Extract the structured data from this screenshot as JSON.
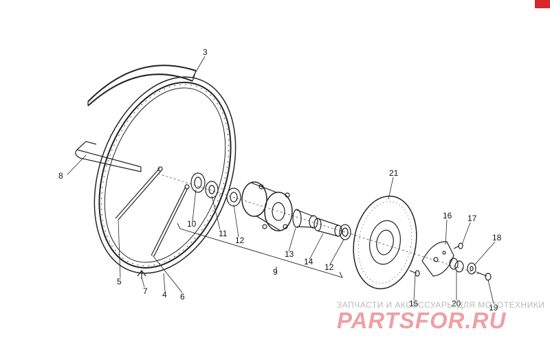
{
  "callouts": [
    "3",
    "8",
    "10",
    "11",
    "12",
    "13",
    "14",
    "12",
    "9",
    "5",
    "7",
    "4",
    "6",
    "21",
    "16",
    "17",
    "18",
    "15",
    "20",
    "19"
  ],
  "watermark": {
    "tagline": "ЗАПЧАСТИ И АКСЕССУАРЫ ДЛЯ МОТОТЕХНИКИ",
    "brand": "PARTSFOR.RU",
    "color": "#d62c38"
  },
  "colors": {
    "ink": "#222222",
    "accent": "#d9232d"
  }
}
